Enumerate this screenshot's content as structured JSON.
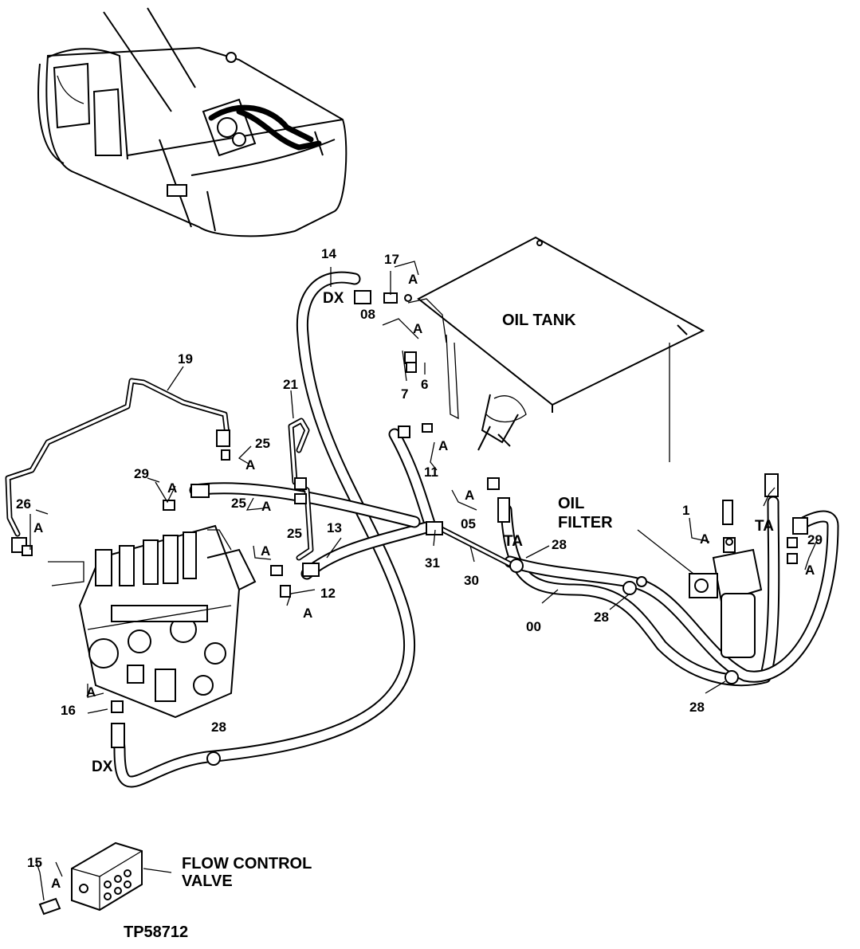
{
  "figure_id": "TP58712",
  "area_labels": {
    "oil_tank": "OIL TANK",
    "oil_filter_line1": "OIL",
    "oil_filter_line2": "FILTER",
    "flow_control_line1": "FLOW CONTROL",
    "flow_control_line2": "VALVE"
  },
  "callouts": {
    "c14": "14",
    "c17": "17",
    "c08": "08",
    "c7": "7",
    "c6": "6",
    "c19": "19",
    "c21": "21",
    "c25a": "25",
    "c25b": "25",
    "c25c": "25",
    "c29a": "29",
    "c26": "26",
    "c13": "13",
    "c12": "12",
    "c11": "11",
    "c31": "31",
    "c30": "30",
    "c05": "05",
    "c28a": "28",
    "c28b": "28",
    "c28c": "28",
    "c28d": "28",
    "c00": "00",
    "c1": "1",
    "c29b": "29",
    "c16": "16",
    "c15": "15"
  },
  "markers": {
    "a1": "A",
    "a2": "A",
    "a3": "A",
    "a4": "A",
    "a5": "A",
    "a6": "A",
    "a7": "A",
    "a8": "A",
    "a9": "A",
    "a10": "A",
    "a11": "A",
    "a12": "A",
    "a13": "A",
    "a14": "A"
  },
  "port_codes": {
    "dx_top": "DX",
    "dx_bottom": "DX",
    "ta_left": "TA",
    "ta_right": "TA"
  }
}
